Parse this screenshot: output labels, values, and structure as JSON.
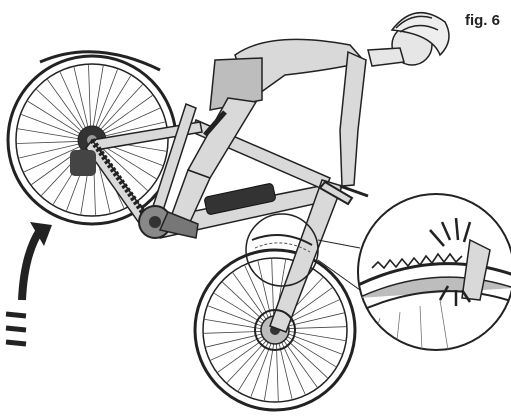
{
  "figure": {
    "label": "fig. 6"
  },
  "illustration": {
    "style": "grayscale line art",
    "subject": "rider-on-e-bike-pitching-forward",
    "callout": "front-wheel-rim-zoom",
    "arrow": "upward-curved-arrow-rear-wheel"
  },
  "colors": {
    "line": "#222222",
    "fill_light": "#d9d9d9",
    "fill_mid": "#bdbdbd",
    "fill_dark": "#333333",
    "background": "#ffffff"
  }
}
